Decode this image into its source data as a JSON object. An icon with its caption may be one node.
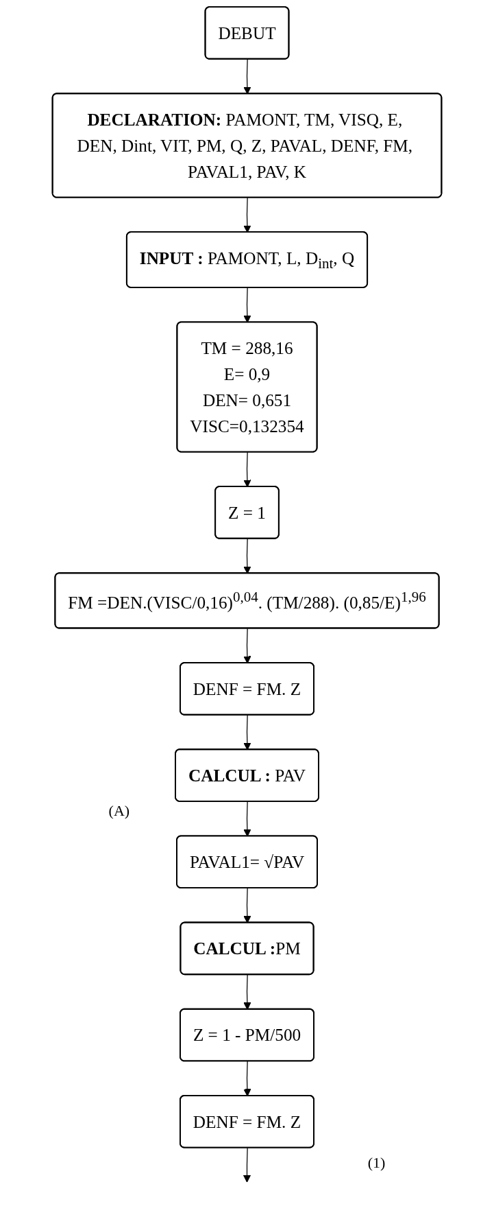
{
  "diagram": {
    "nodes": [
      {
        "text": [
          "DEBUT"
        ]
      },
      {
        "text": [
          "**DECLARATION:** PAMONT, TM, VISQ, E, DEN, Dint, VIT, PM, Q, Z, PAVAL, DENF, FM, PAVAL1, PAV, K"
        ]
      },
      {
        "text": [
          "**INPUT :** PAMONT, L, D$_{int}$, Q"
        ]
      },
      {
        "text": [
          "TM = 288,16",
          "E= 0,9",
          "DEN= 0,651",
          "VISC=0,132354"
        ]
      },
      {
        "text": [
          "Z = 1"
        ]
      },
      {
        "text": [
          "FM =DEN.(VISC/0,16)$^{0,04}$. (TM/288). (0,85/E)$^{1,96}$"
        ]
      },
      {
        "text": [
          "DENF = FM. Z"
        ]
      },
      {
        "text": [
          "**CALCUL :** PAV"
        ]
      },
      {
        "text": [
          "PAVAL1= √PAV"
        ]
      },
      {
        "text": [
          "**CALCUL :**PM"
        ]
      },
      {
        "text": [
          "Z = 1 - PM/500"
        ]
      },
      {
        "text": [
          "DENF = FM. Z"
        ]
      }
    ],
    "edges": [
      {
        "from": 0,
        "to": 1,
        "arrow": "to"
      },
      {
        "from": 1,
        "to": 2,
        "arrow": "to"
      },
      {
        "from": 2,
        "to": 3,
        "arrow": "to"
      },
      {
        "from": 3,
        "to": 4,
        "arrow": "to"
      },
      {
        "from": 4,
        "to": 5,
        "arrow": "to"
      },
      {
        "from": 5,
        "to": 6,
        "arrow": "to"
      },
      {
        "from": 6,
        "to": 7,
        "arrow": "to"
      },
      {
        "from": 7,
        "to": 8,
        "arrow": "to"
      },
      {
        "from": 8,
        "to": 9,
        "arrow": "to"
      },
      {
        "from": 9,
        "to": 10,
        "arrow": "to"
      },
      {
        "from": 10,
        "to": 11,
        "arrow": "to"
      },
      {
        "from": 11,
        "to": null,
        "arrow": "to"
      }
    ],
    "labels": [
      "(A)",
      "(1)"
    ]
  }
}
